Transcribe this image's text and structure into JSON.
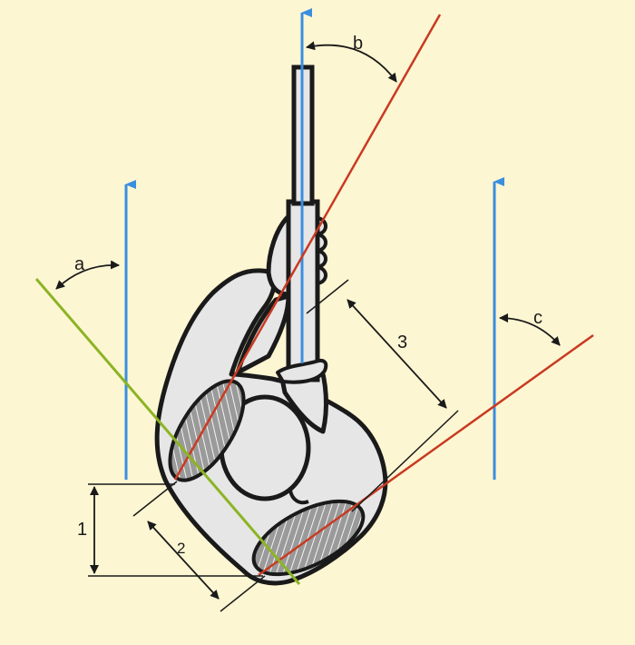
{
  "diagram": {
    "labels": {
      "angle_a": "a",
      "angle_b": "b",
      "angle_c": "c",
      "dim_1": "1",
      "dim_2": "2",
      "dim_3": "3"
    }
  },
  "colors": {
    "background": "#fdf6d2",
    "blue_axis": "#3a8ee0",
    "red_line": "#c83a22",
    "green_line": "#8cb424",
    "body_fill": "#e6e6e6",
    "outline": "#1a1a1a"
  }
}
